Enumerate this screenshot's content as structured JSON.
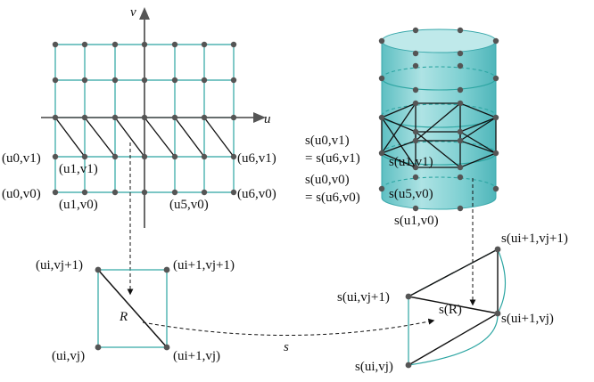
{
  "axes": {
    "u": "u",
    "v": "v"
  },
  "grid_labels": {
    "u0v1": "(u0,v1)",
    "u1v1": "(u1,v1)",
    "u6v1": "(u6,v1)",
    "u0v0": "(u0,v0)",
    "u1v0": "(u1,v0)",
    "u5v0": "(u5,v0)",
    "u6v0": "(u6,v0)"
  },
  "cylinder_labels": {
    "s_u0v1": "s(u0,v1)",
    "eq_u6v1": "= s(u6,v1)",
    "s_u1v1": "s(u1,v1)",
    "s_u0v0": "s(u0,v0)",
    "eq_u6v0": "= s(u6,v0)",
    "s_u5v0": "s(u5,v0)",
    "s_u1v0": "s(u1,v0)"
  },
  "cell_labels": {
    "ui_vj1": "(ui,vj+1)",
    "ui1_vj1": "(ui+1,vj+1)",
    "ui_vj": "(ui,vj)",
    "ui1_vj": "(ui+1,vj)",
    "R": "R"
  },
  "map_label": "s",
  "patch_labels": {
    "s_ui1_vj1": "s(ui+1,vj+1)",
    "s_ui_vj1": "s(ui,vj+1)",
    "sR": "s(R)",
    "s_ui1_vj": "s(ui+1,vj)",
    "s_ui_vj": "s(ui,vj)"
  },
  "colors": {
    "grid": "#2ca5a2",
    "cylinder_fill": "#7fd0d2",
    "cylinder_dark": "#4fb6ba",
    "cylinder_edge": "#3aa8ab",
    "point": "#555555",
    "line": "#111111"
  }
}
